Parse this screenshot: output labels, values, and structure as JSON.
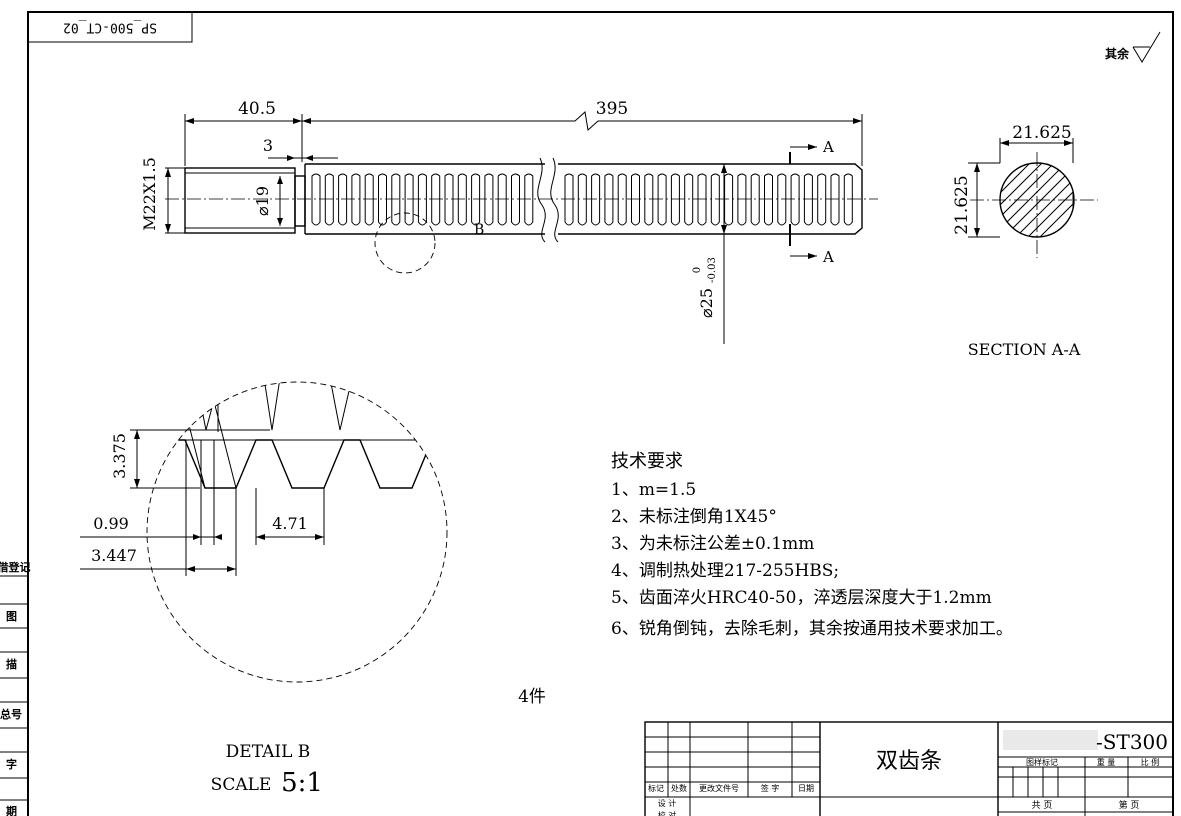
{
  "drawing_number_rotated": "SP_500-CT_02",
  "roughness_note": "其余",
  "dimensions": {
    "shank_length": "40.5",
    "total_length": "395",
    "chamfer": "3",
    "thread_spec": "M22X1.5",
    "undercut_dia": "19",
    "rod_dia": "25",
    "rod_dia_tol_upper": "0",
    "rod_dia_tol_lower": "-0.03",
    "section_width": "21.625",
    "section_height": "21.625"
  },
  "detail_label": "B",
  "section_marker": "A",
  "section_title": "SECTION A-A",
  "detail": {
    "tooth_height": "3.375",
    "tip_width": "0.99",
    "root_span": "3.447",
    "pitch": "4.71",
    "title": "DETAIL B",
    "scale_label": "SCALE",
    "scale_value": "5:1"
  },
  "tech_requirements": {
    "heading": "技术要求",
    "items": [
      "1、m=1.5",
      "2、未标注倒角1X45°",
      "3、为未标注公差±0.1mm",
      "4、调制热处理217-255HBS;",
      "5、齿面淬火HRC40-50，淬透层深度大于1.2mm",
      "6、锐角倒钝，去除毛刺，其余按通用技术要求加工。"
    ]
  },
  "quantity": "4件",
  "title_block": {
    "part_name": "双齿条",
    "drawing_no": "-ST300",
    "header_labels": [
      "标记",
      "处数",
      "更改文件号",
      "签 字",
      "日期"
    ],
    "design": "设 计",
    "check": "校 对",
    "drawing_mark": "图样标记",
    "weight": "重 量",
    "ratio": "比 例",
    "total": "共   页",
    "page": "第   页"
  },
  "side_labels": [
    "借登记",
    "图",
    "描",
    "总号",
    "字",
    "期"
  ]
}
